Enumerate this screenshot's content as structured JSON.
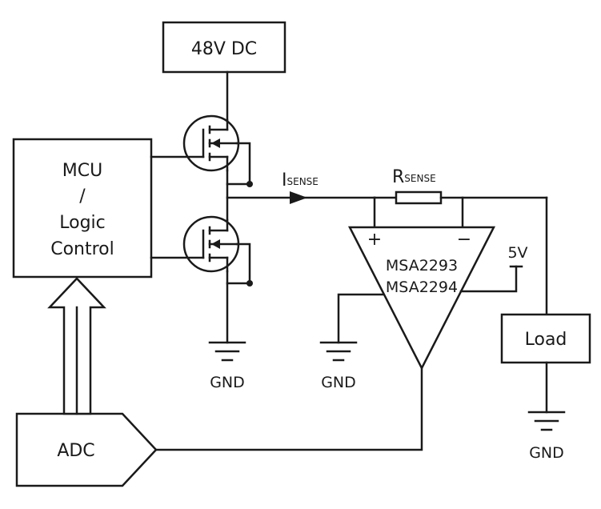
{
  "supply": {
    "label": "48V DC"
  },
  "mcu": {
    "line1": "MCU",
    "line2": "/",
    "line3": "Logic",
    "line4": "Control"
  },
  "current_label": {
    "main": "I",
    "sub": "SENSE"
  },
  "resistor_label": {
    "main": "R",
    "sub": "SENSE"
  },
  "amplifier": {
    "plus": "+",
    "minus": "−",
    "part1": "MSA2293",
    "part2": "MSA2294"
  },
  "vref": {
    "label": "5V"
  },
  "load": {
    "label": "Load"
  },
  "adc": {
    "label": "ADC"
  },
  "grounds": {
    "fet_gnd": "GND",
    "amp_gnd": "GND",
    "load_gnd": "GND"
  }
}
